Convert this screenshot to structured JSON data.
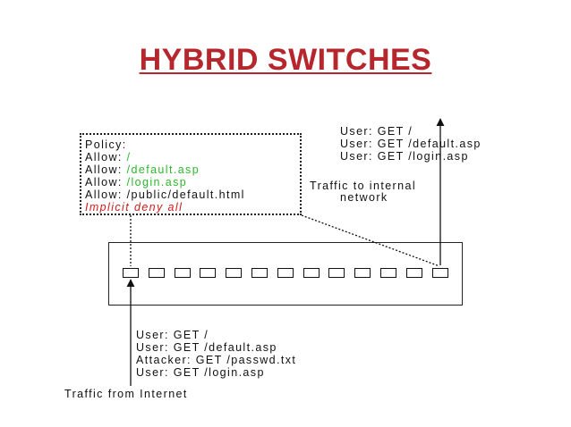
{
  "title": "HYBRID SWITCHES",
  "policy": {
    "header": "Policy:",
    "rules": [
      {
        "prefix": "Allow: ",
        "value": "/"
      },
      {
        "prefix": "Allow: ",
        "value": "/default.asp"
      },
      {
        "prefix": "Allow: ",
        "value": "/login.asp"
      },
      {
        "prefix": "Allow: ",
        "value": "/public/default.html"
      }
    ],
    "deny": "Implicit deny all"
  },
  "internal": {
    "requests": [
      "User: GET /",
      "User: GET /default.asp",
      "User: GET /login.asp"
    ],
    "label_line1": "Traffic to internal",
    "label_line2": "network"
  },
  "internet": {
    "requests": [
      "User: GET /",
      "User: GET /default.asp",
      "Attacker: GET /passwd.txt",
      "User: GET /login.asp"
    ],
    "label": "Traffic from Internet"
  },
  "switch": {
    "port_count": 13
  },
  "colors": {
    "title": "#b5272d",
    "allowed": "#2db82d",
    "deny": "#d11a1a"
  }
}
